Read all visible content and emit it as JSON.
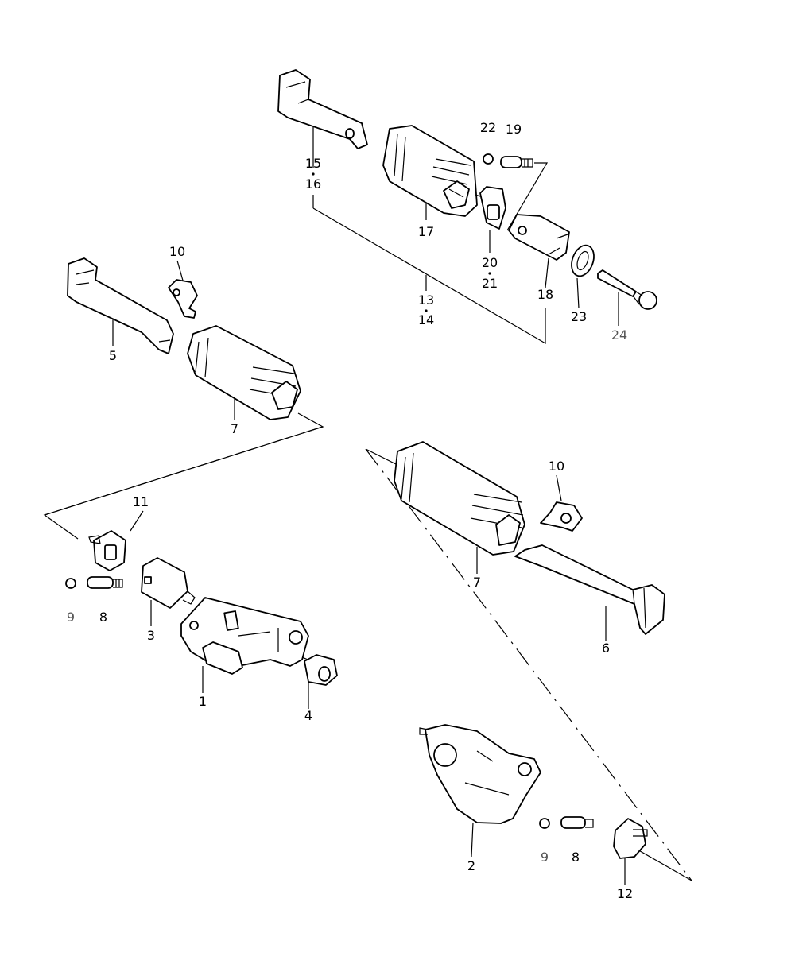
{
  "labels": {
    "l1": "1",
    "l2": "2",
    "l3": "3",
    "l4": "4",
    "l5": "5",
    "l6": "6",
    "l7a": "7",
    "l7b": "7",
    "l8a": "8",
    "l8b": "8",
    "l9a": "9",
    "l9b": "9",
    "l10a": "10",
    "l10b": "10",
    "l11": "11",
    "l12": "12",
    "l13": "13",
    "l14": "14",
    "l15": "15",
    "l16": "16",
    "l17": "17",
    "l18": "18",
    "l19": "19",
    "l20": "20",
    "l21": "21",
    "l22": "22",
    "l23": "23",
    "l24": "24"
  },
  "colors": {
    "line": "#000000",
    "secondary_label": "#555555",
    "background": "#ffffff"
  }
}
